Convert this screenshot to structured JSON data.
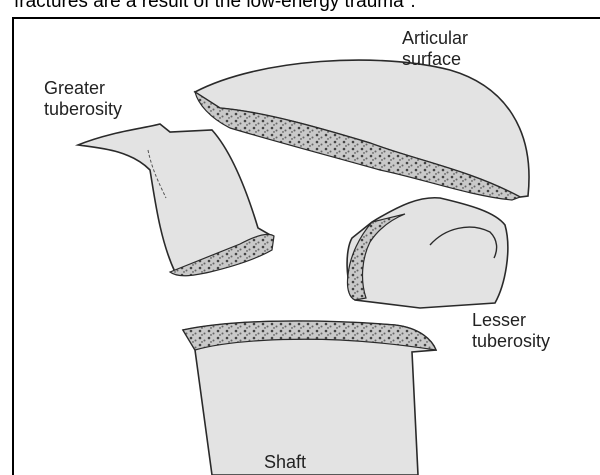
{
  "caption": "fractures are a result of the low-energy trauma\".",
  "labels": {
    "articular_line1": "Articular",
    "articular_line2": "surface",
    "greater_line1": "Greater",
    "greater_line2": "tuberosity",
    "lesser_line1": "Lesser",
    "lesser_line2": "tuberosity",
    "shaft": "Shaft"
  },
  "colors": {
    "bone_fill": "#e3e3e3",
    "outline": "#2a2a2a",
    "cancellous": "#555555"
  }
}
